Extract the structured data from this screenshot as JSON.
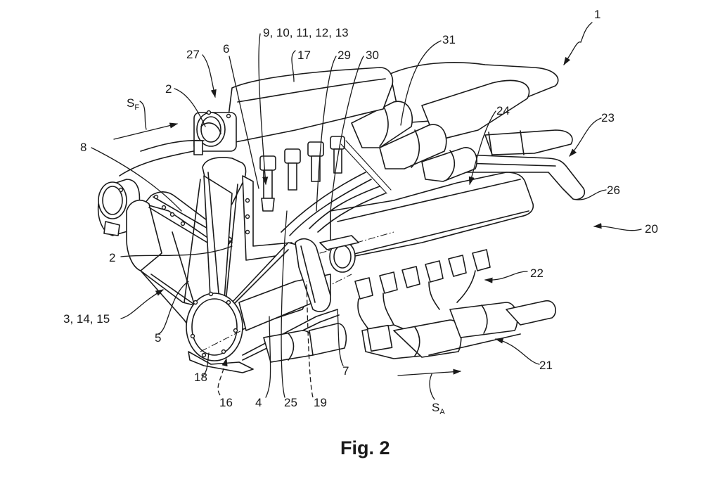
{
  "figure": {
    "caption": "Fig. 2",
    "subject": "V-engine with intake and exhaust system (patent line drawing)"
  },
  "reference_numerals": {
    "r1": "1",
    "r2_top": "2",
    "r2_left": "2",
    "r3": "3, 14, 15",
    "r4": "4",
    "r5": "5",
    "r6": "6",
    "r7": "7",
    "r8": "8",
    "r9": "9, 10, 11, 12, 13",
    "r16": "16",
    "r17": "17",
    "r18": "18",
    "r19": "19",
    "r20": "20",
    "r21": "21",
    "r22": "22",
    "r23": "23",
    "r24": "24",
    "r25": "25",
    "r26": "26",
    "r27": "27",
    "r29": "29",
    "r30": "30",
    "r31": "31"
  },
  "flow_labels": {
    "fresh_air": {
      "main": "S",
      "sub": "F"
    },
    "exhaust": {
      "main": "S",
      "sub": "A"
    }
  }
}
